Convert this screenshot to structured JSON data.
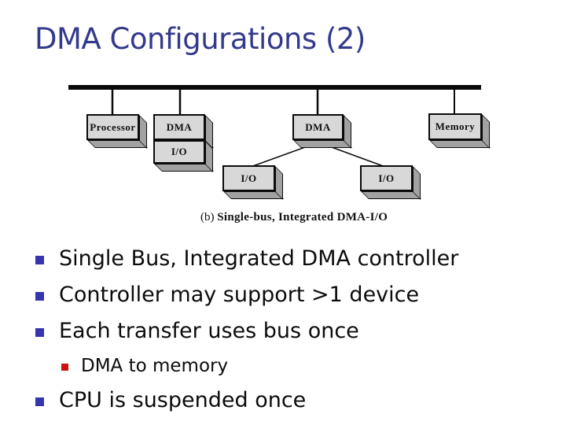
{
  "slide": {
    "title": "DMA Configurations (2)",
    "title_color": "#333a8c",
    "background": "#ffffff"
  },
  "diagram": {
    "caption_prefix": "(b)",
    "caption": "Single-bus, Integrated DMA-I/O",
    "nodes": {
      "processor": "Processor",
      "dma_integrated": "DMA",
      "io_integrated": "I/O",
      "dma_multi": "DMA",
      "io_left": "I/O",
      "io_right": "I/O",
      "memory": "Memory"
    },
    "colors": {
      "box_face": "#d8d8d8",
      "box_side": "#a2a2a2",
      "line": "#000000"
    }
  },
  "bullets": [
    {
      "level": 1,
      "marker_color": "#3535ad",
      "text": "Single Bus, Integrated DMA controller"
    },
    {
      "level": 1,
      "marker_color": "#3535ad",
      "text": "Controller may support >1 device"
    },
    {
      "level": 1,
      "marker_color": "#3535ad",
      "text": "Each transfer uses bus once"
    },
    {
      "level": 2,
      "marker_color": "#cc1111",
      "text": "DMA to memory"
    },
    {
      "level": 1,
      "marker_color": "#3535ad",
      "text": "CPU is suspended once"
    }
  ]
}
